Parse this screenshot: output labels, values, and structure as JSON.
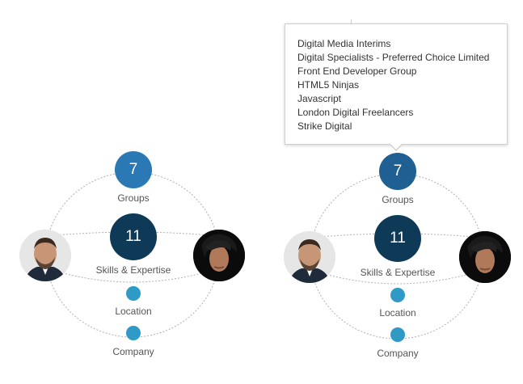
{
  "colors": {
    "groups": "#2a78b4",
    "skills": "#0e3a57",
    "dot": "#2f9ac5",
    "connector": "#b0b0b0"
  },
  "panels": [
    {
      "groups": {
        "count": "7",
        "label": "Groups"
      },
      "skills": {
        "count": "11",
        "label": "Skills & Expertise"
      },
      "location": {
        "label": "Location"
      },
      "company": {
        "label": "Company"
      }
    },
    {
      "groups": {
        "count": "7",
        "label": "Groups"
      },
      "skills": {
        "count": "11",
        "label": "Skills & Expertise"
      },
      "location": {
        "label": "Location"
      },
      "company": {
        "label": "Company"
      }
    }
  ],
  "popup": {
    "groups": [
      "Digital Media Interims",
      "Digital Specialists - Preferred Choice Limited",
      "Front End Developer Group",
      "HTML5 Ninjas",
      "Javascript",
      "London Digital Freelancers",
      "Strike Digital"
    ]
  }
}
